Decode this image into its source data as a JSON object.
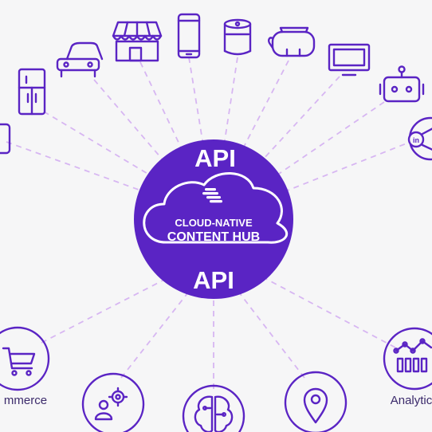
{
  "hub": {
    "api_top": "API",
    "api_bottom": "API",
    "line1": "CLOUD-NATIVE",
    "line2": "CONTENT HUB"
  },
  "labels": {
    "commerce": "mmerce",
    "analytics": "Analytic"
  },
  "colors": {
    "accent": "#5a24c4",
    "connector": "#d7b6f2",
    "background": "#f6f6f7"
  },
  "icons": [
    "watch-icon",
    "refrigerator-icon",
    "car-icon",
    "storefront-icon",
    "smartphone-icon",
    "smart-speaker-icon",
    "vr-headset-icon",
    "tv-icon",
    "robot-icon",
    "linkedin-social-icon",
    "shopping-cart-icon",
    "user-settings-icon",
    "brain-chip-icon",
    "location-pin-icon",
    "analytics-chart-icon"
  ]
}
